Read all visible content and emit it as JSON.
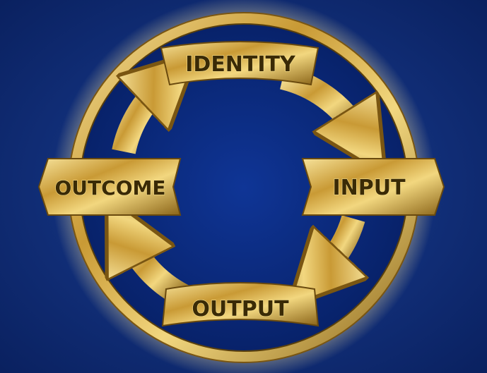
{
  "diagram": {
    "type": "cycle",
    "stages": [
      "IDENTITY",
      "INPUT",
      "OUTPUT",
      "OUTCOME"
    ],
    "colors": {
      "background": "#0d2a6e",
      "inner": "#0a2a7a",
      "gold": "#d4b048",
      "text": "#3a2a06"
    }
  }
}
